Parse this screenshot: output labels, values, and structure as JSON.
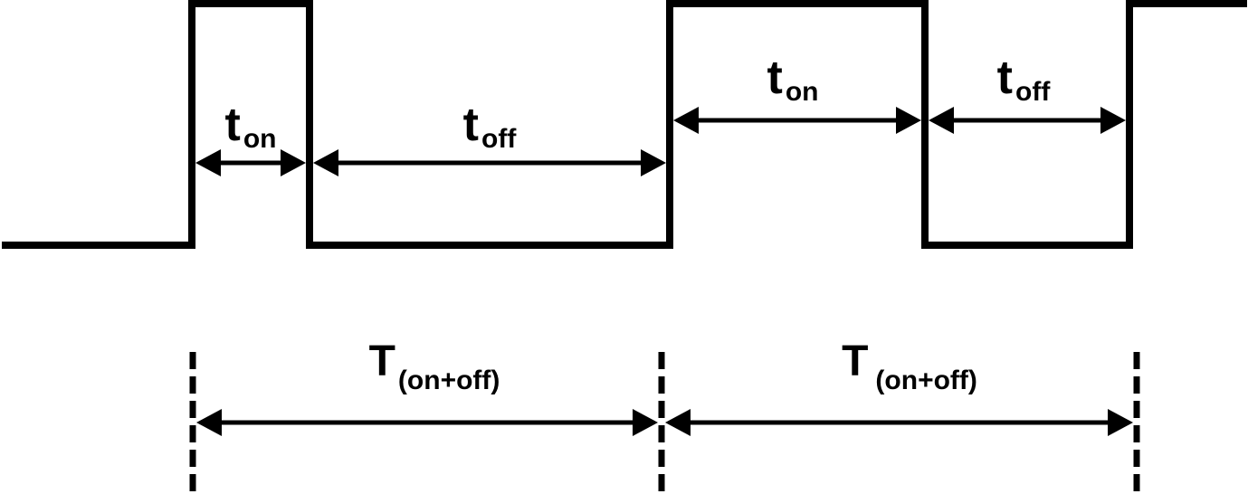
{
  "diagram": {
    "kind": "square-wave-timing-diagram",
    "colors": {
      "line": "#000000",
      "background": "#ffffff"
    },
    "labels": {
      "pulse1_on": {
        "base": "t",
        "sub": "on"
      },
      "pulse1_off": {
        "base": "t",
        "sub": "off"
      },
      "pulse2_on": {
        "base": "t",
        "sub": "on"
      },
      "pulse2_off": {
        "base": "t",
        "sub": "off"
      },
      "period1": {
        "base": "T",
        "sub": "(on+off)"
      },
      "period2": {
        "base": "T",
        "sub": "(on+off)"
      }
    }
  }
}
